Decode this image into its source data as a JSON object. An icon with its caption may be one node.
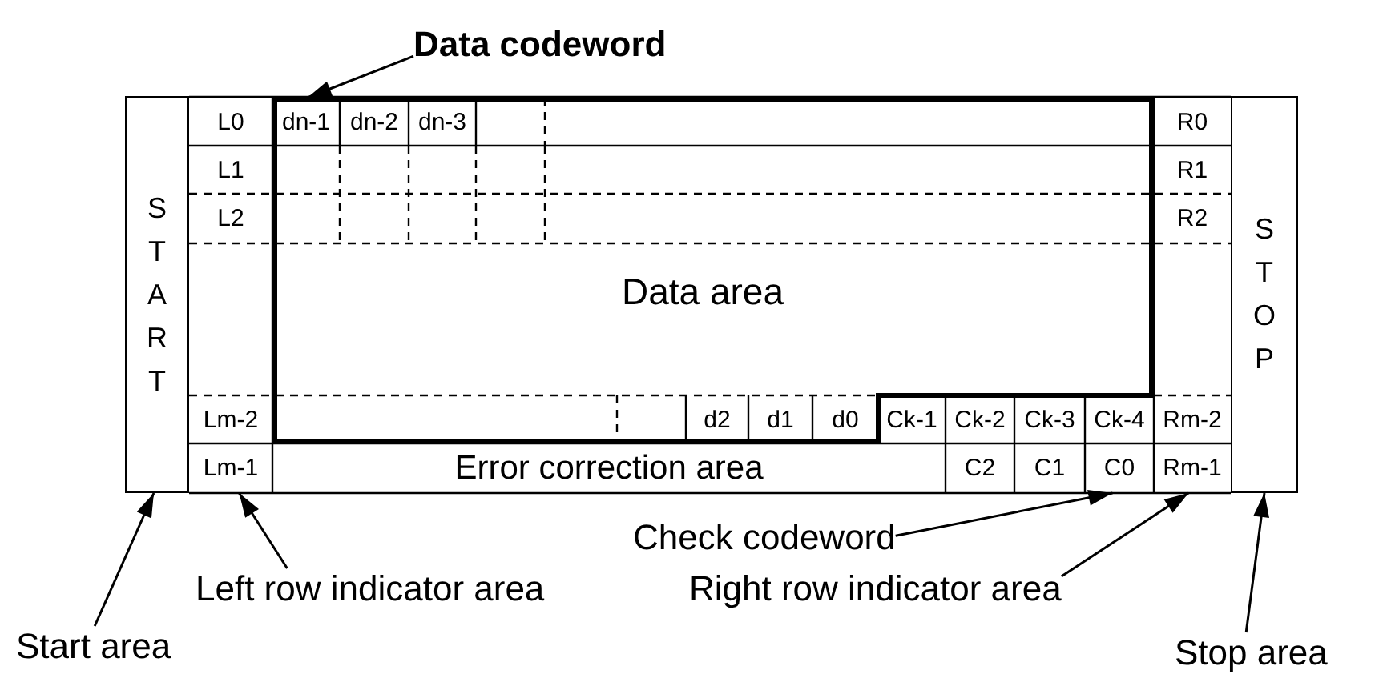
{
  "diagram": {
    "nodes": [
      {
        "text": [
          "Data codeword"
        ]
      },
      {
        "text": [
          "START"
        ]
      },
      {
        "text": [
          "L0"
        ]
      },
      {
        "text": [
          "Data area"
        ]
      },
      {
        "text": [
          "dn-1"
        ],
        "in": 3
      },
      {
        "text": [
          "dn-2"
        ],
        "in": 3
      },
      {
        "text": [
          "dn-3"
        ],
        "in": 3
      },
      {
        "text": [
          "R0"
        ]
      },
      {
        "text": [
          "L1"
        ]
      },
      {
        "text": [
          "R1"
        ]
      },
      {
        "text": [
          "L2"
        ]
      },
      {
        "text": [
          "R2"
        ]
      },
      {
        "text": [
          "STOP"
        ]
      },
      {
        "text": [
          "Lm-2"
        ]
      },
      {
        "text": [
          "d2"
        ],
        "in": 3
      },
      {
        "text": [
          "d1"
        ],
        "in": 3
      },
      {
        "text": [
          "d0"
        ],
        "in": 3
      },
      {
        "text": [
          "Ck-1"
        ]
      },
      {
        "text": [
          "Ck-2"
        ]
      },
      {
        "text": [
          "Ck-3"
        ]
      },
      {
        "text": [
          "Ck-4"
        ]
      },
      {
        "text": [
          "Rm-2"
        ]
      },
      {
        "text": [
          "Lm-1"
        ]
      },
      {
        "text": [
          "Error correction area"
        ]
      },
      {
        "text": [
          "C2"
        ]
      },
      {
        "text": [
          "C1"
        ]
      },
      {
        "text": [
          "C0"
        ]
      },
      {
        "text": [
          "Rm-1"
        ]
      },
      {
        "text": [
          "Check codeword"
        ]
      },
      {
        "text": [
          "Left row indicator area"
        ]
      },
      {
        "text": [
          "Right row indicator area"
        ]
      },
      {
        "text": [
          "Start area"
        ]
      },
      {
        "text": [
          "Stop area"
        ]
      }
    ],
    "edges": [
      {
        "from": 0,
        "to": 4,
        "arrow": "to"
      },
      {
        "from": 28,
        "to": 26,
        "arrow": "to"
      },
      {
        "from": 29,
        "to": 22,
        "arrow": "to"
      },
      {
        "from": 30,
        "to": 27,
        "arrow": "to"
      },
      {
        "from": 31,
        "to": 1,
        "arrow": "to"
      },
      {
        "from": 32,
        "to": 12,
        "arrow": "to"
      }
    ]
  }
}
